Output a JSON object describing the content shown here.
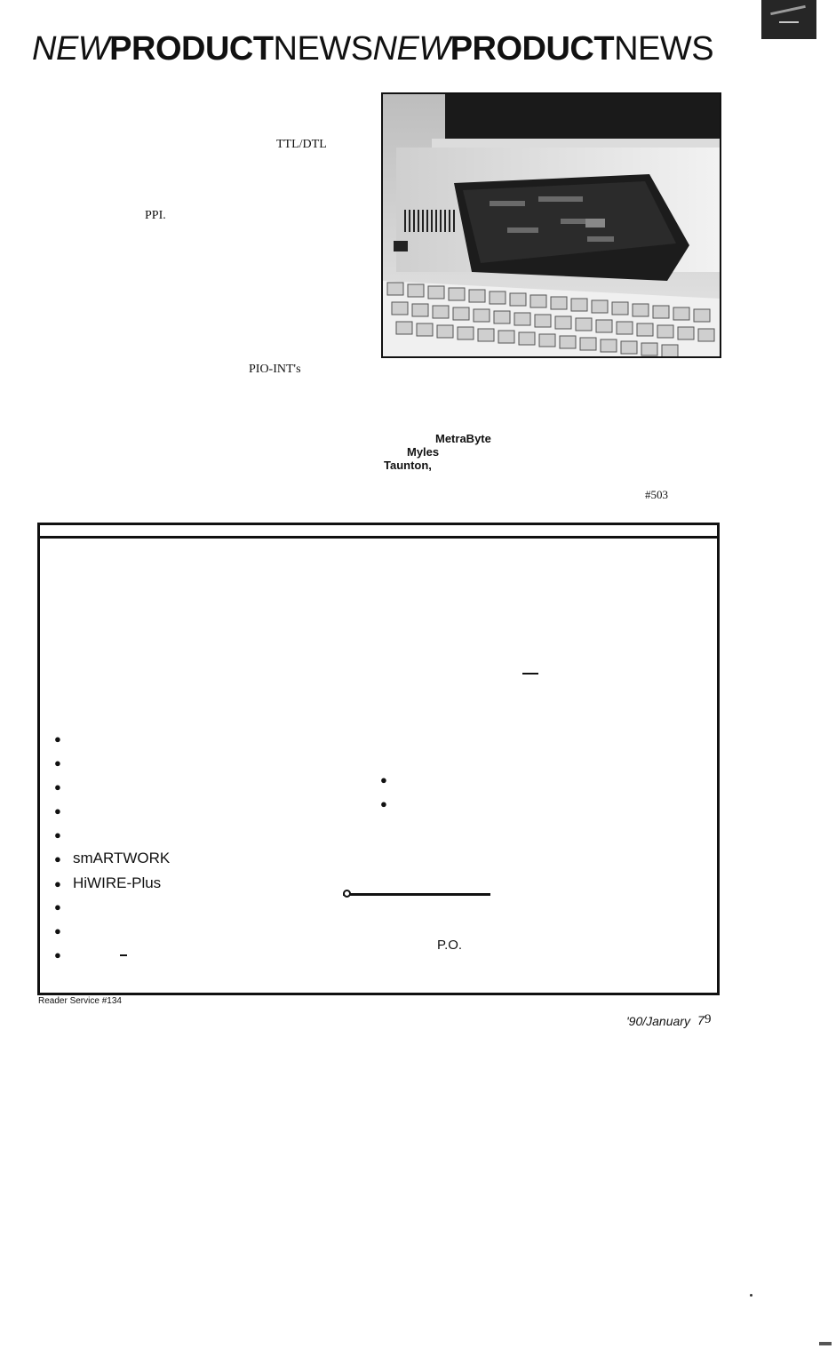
{
  "header": {
    "segments": [
      {
        "text": "NEW",
        "style": "it"
      },
      {
        "text": "PRODUCT",
        "style": "bd"
      },
      {
        "text": "NEWS",
        "style": "nm"
      },
      {
        "text": "NEW",
        "style": "it"
      },
      {
        "text": "PRODUCT",
        "style": "bd"
      },
      {
        "text": "NEWS",
        "style": "nm"
      }
    ]
  },
  "article": {
    "frag_ttl": "TTL/DTL",
    "frag_ppi": "PPI.",
    "frag_pio": "PIO-INT's",
    "company": "MetraByte",
    "street": "Myles",
    "city": "Taunton,",
    "reader_service": "#503"
  },
  "ad": {
    "items": [
      "smARTWORK",
      "HiWIRE-Plus"
    ],
    "po": "P.O."
  },
  "footer": {
    "reader_service": "Reader Service #134",
    "issue": "'90/January",
    "page_a": "7",
    "page_b": "9"
  }
}
